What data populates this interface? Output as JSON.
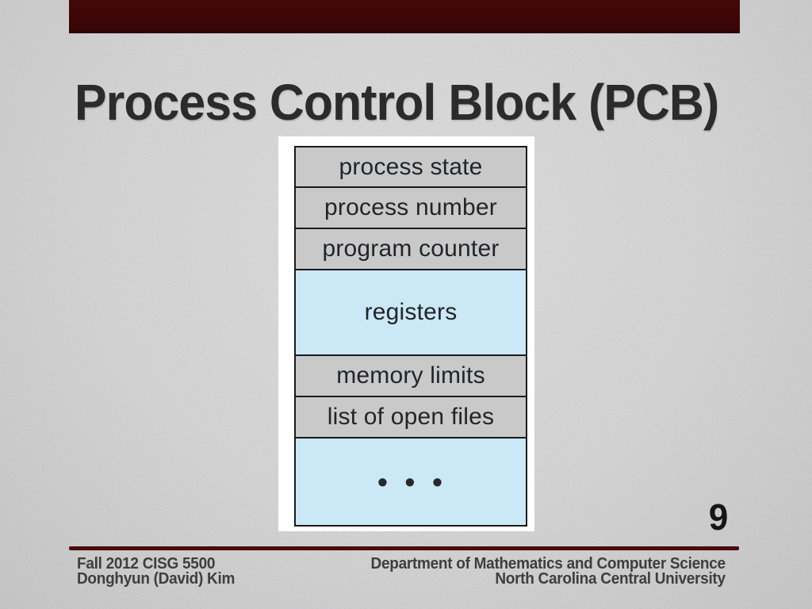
{
  "slide": {
    "title": "Process Control Block (PCB)",
    "page_number": "9",
    "footer": {
      "left_line1": "Fall 2012 CISG 5500",
      "left_line2": "Donghyun (David) Kim",
      "right_line1": "Department of Mathematics and Computer Science",
      "right_line2": "North Carolina Central University"
    }
  },
  "diagram": {
    "description": "Process Control Block structure table",
    "rows": [
      {
        "label": "process state",
        "type": "gray",
        "tall": false,
        "dots": false
      },
      {
        "label": "process number",
        "type": "gray",
        "tall": false,
        "dots": false
      },
      {
        "label": "program counter",
        "type": "gray",
        "tall": false,
        "dots": false
      },
      {
        "label": "registers",
        "type": "blue",
        "tall": true,
        "dots": false
      },
      {
        "label": "memory limits",
        "type": "gray",
        "tall": false,
        "dots": false
      },
      {
        "label": "list of open files",
        "type": "gray",
        "tall": false,
        "dots": false
      },
      {
        "label": "• • •",
        "type": "blue",
        "tall": true,
        "dots": true
      }
    ]
  },
  "colors": {
    "top_bar": "#450808",
    "divider_line": "#4a0b0b",
    "row_gray": "#c9c9c9",
    "row_blue": "#cbe8f7",
    "table_border": "#1a1a1a"
  }
}
